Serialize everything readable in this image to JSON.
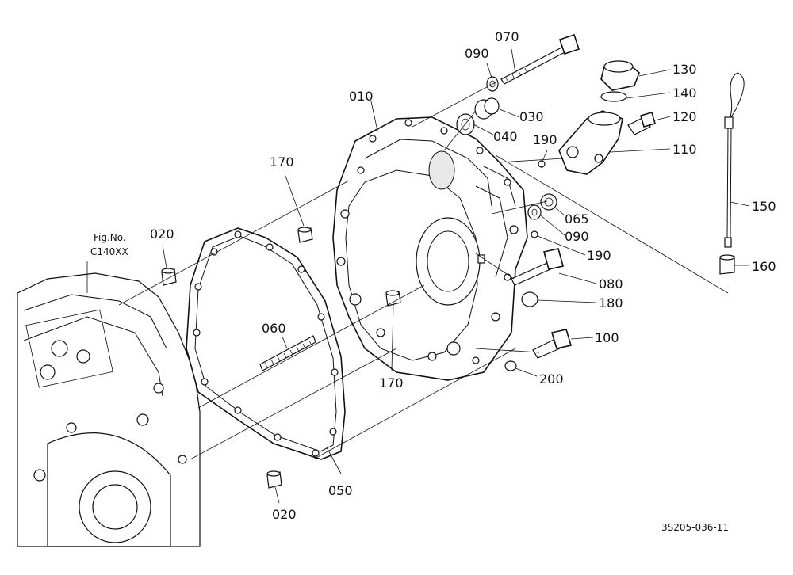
{
  "diagram": {
    "part_labels": {
      "p010": "010",
      "p020a": "020",
      "p020b": "020",
      "p030": "030",
      "p040": "040",
      "p050": "050",
      "p060": "060",
      "p065": "065",
      "p070": "070",
      "p080": "080",
      "p090a": "090",
      "p090b": "090",
      "p100": "100",
      "p110": "110",
      "p120": "120",
      "p130": "130",
      "p140": "140",
      "p150": "150",
      "p160": "160",
      "p170a": "170",
      "p170b": "170",
      "p180": "180",
      "p190a": "190",
      "p190b": "190",
      "p200": "200"
    },
    "fig_ref_line1": "Fig.No.",
    "fig_ref_line2": "C140XX",
    "drawing_code": "3S205-036-11"
  }
}
